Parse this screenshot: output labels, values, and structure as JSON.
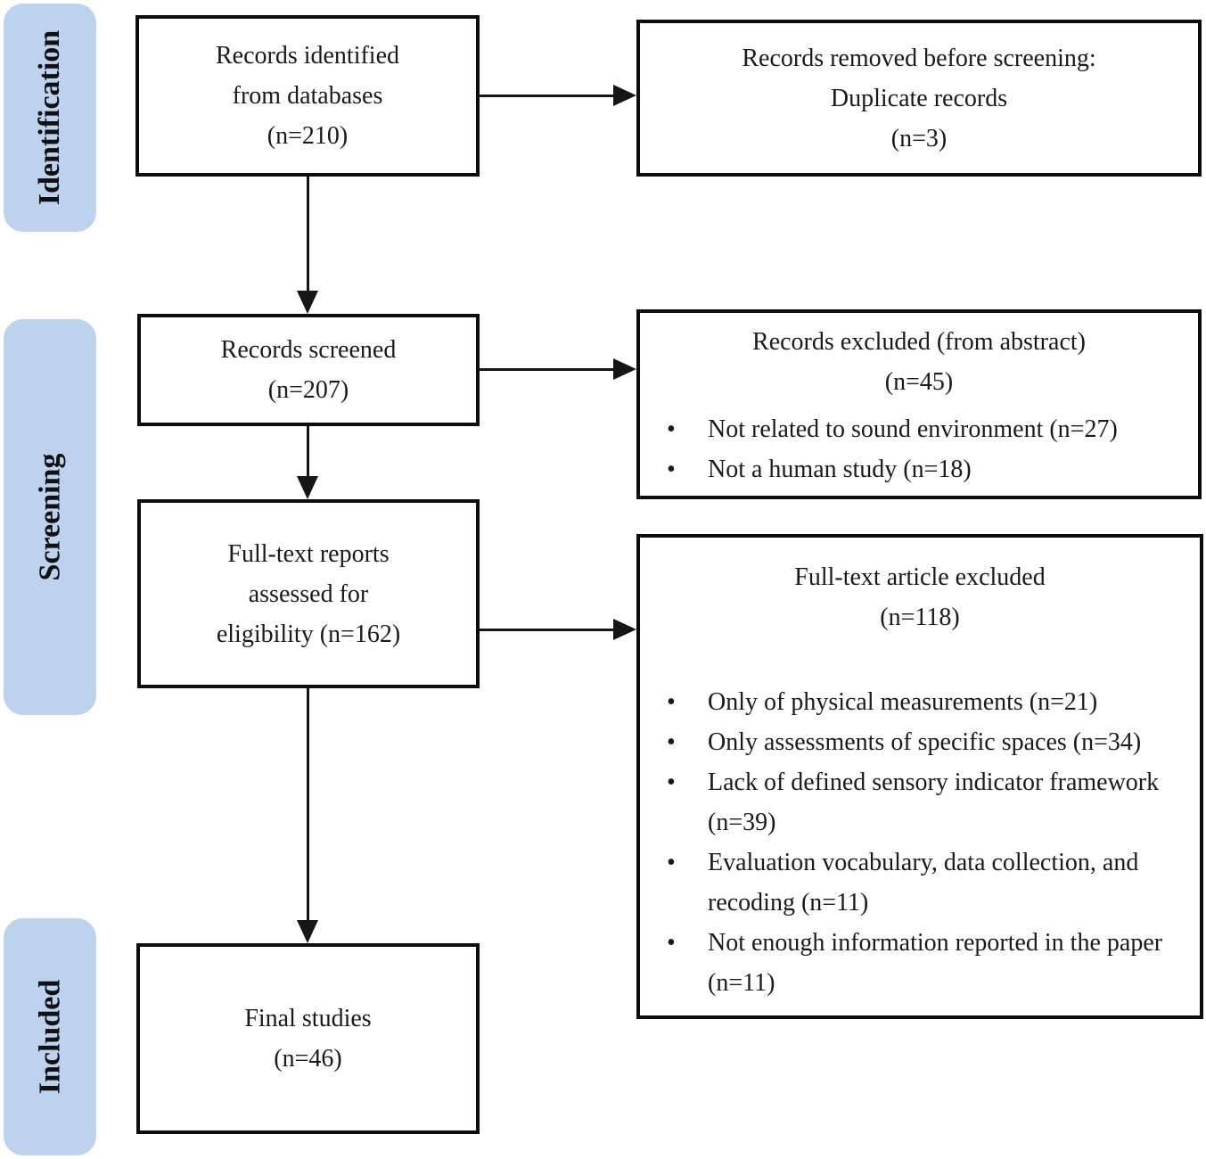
{
  "colors": {
    "stage_fill": "#bcd2ee",
    "box_border": "#0d0d0d",
    "arrow": "#161616",
    "text": "#1a1a1a"
  },
  "glyphs": {
    "bullet": "•"
  },
  "stages": [
    {
      "label": "Identification"
    },
    {
      "label": "Screening"
    },
    {
      "label": "Included"
    }
  ],
  "boxes": {
    "records_identified": {
      "lines": [
        "Records identified",
        "from databases",
        "(n=210)"
      ]
    },
    "records_removed": {
      "lines": [
        "Records removed before screening:",
        "Duplicate records",
        "(n=3)"
      ]
    },
    "records_screened": {
      "lines": [
        "Records screened",
        "(n=207)"
      ]
    },
    "records_excluded": {
      "title_lines": [
        "Records excluded (from abstract)",
        "(n=45)"
      ],
      "bullets": [
        "Not related to sound environment (n=27)",
        "Not a human study (n=18)"
      ]
    },
    "fulltext_assessed": {
      "lines": [
        "Full-text reports",
        "assessed for",
        "eligibility (n=162)"
      ]
    },
    "fulltext_excluded": {
      "title_lines": [
        "Full-text article excluded",
        "(n=118)"
      ],
      "bullets": [
        "Only of physical measurements (n=21)",
        "Only assessments of specific spaces (n=34)",
        "Lack of defined sensory indicator framework (n=39)",
        "Evaluation vocabulary, data collection, and recoding (n=11)",
        "Not enough information reported in the paper (n=11)"
      ]
    },
    "final_studies": {
      "lines": [
        "Final studies",
        "(n=46)"
      ]
    }
  }
}
